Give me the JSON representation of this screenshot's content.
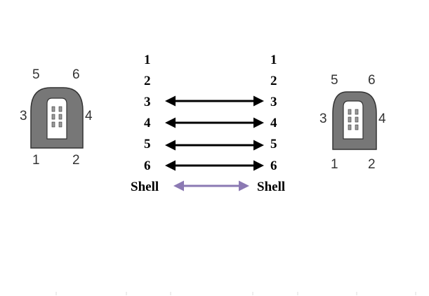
{
  "left_connector": {
    "labels": {
      "top_left": "5",
      "top_right": "6",
      "mid_left": "3",
      "mid_right": "4",
      "bottom_left": "1",
      "bottom_right": "2"
    }
  },
  "right_connector": {
    "labels": {
      "top_left": "5",
      "top_right": "6",
      "mid_left": "3",
      "mid_right": "4",
      "bottom_left": "1",
      "bottom_right": "2"
    }
  },
  "pins_left": [
    "1",
    "2",
    "3",
    "4",
    "5",
    "6"
  ],
  "pins_right": [
    "1",
    "2",
    "3",
    "4",
    "5",
    "6"
  ],
  "shell_left": "Shell",
  "shell_right": "Shell",
  "connections": [
    {
      "from": "3",
      "to": "3",
      "color": "#000000"
    },
    {
      "from": "4",
      "to": "4",
      "color": "#000000"
    },
    {
      "from": "5",
      "to": "5",
      "color": "#000000"
    },
    {
      "from": "6",
      "to": "6",
      "color": "#000000"
    },
    {
      "from": "Shell",
      "to": "Shell",
      "color": "#8b79b3"
    }
  ],
  "colors": {
    "connector_body": "#777777",
    "connector_outline": "#333333",
    "socket_fill": "#ffffff",
    "contact_fill": "#999999"
  }
}
